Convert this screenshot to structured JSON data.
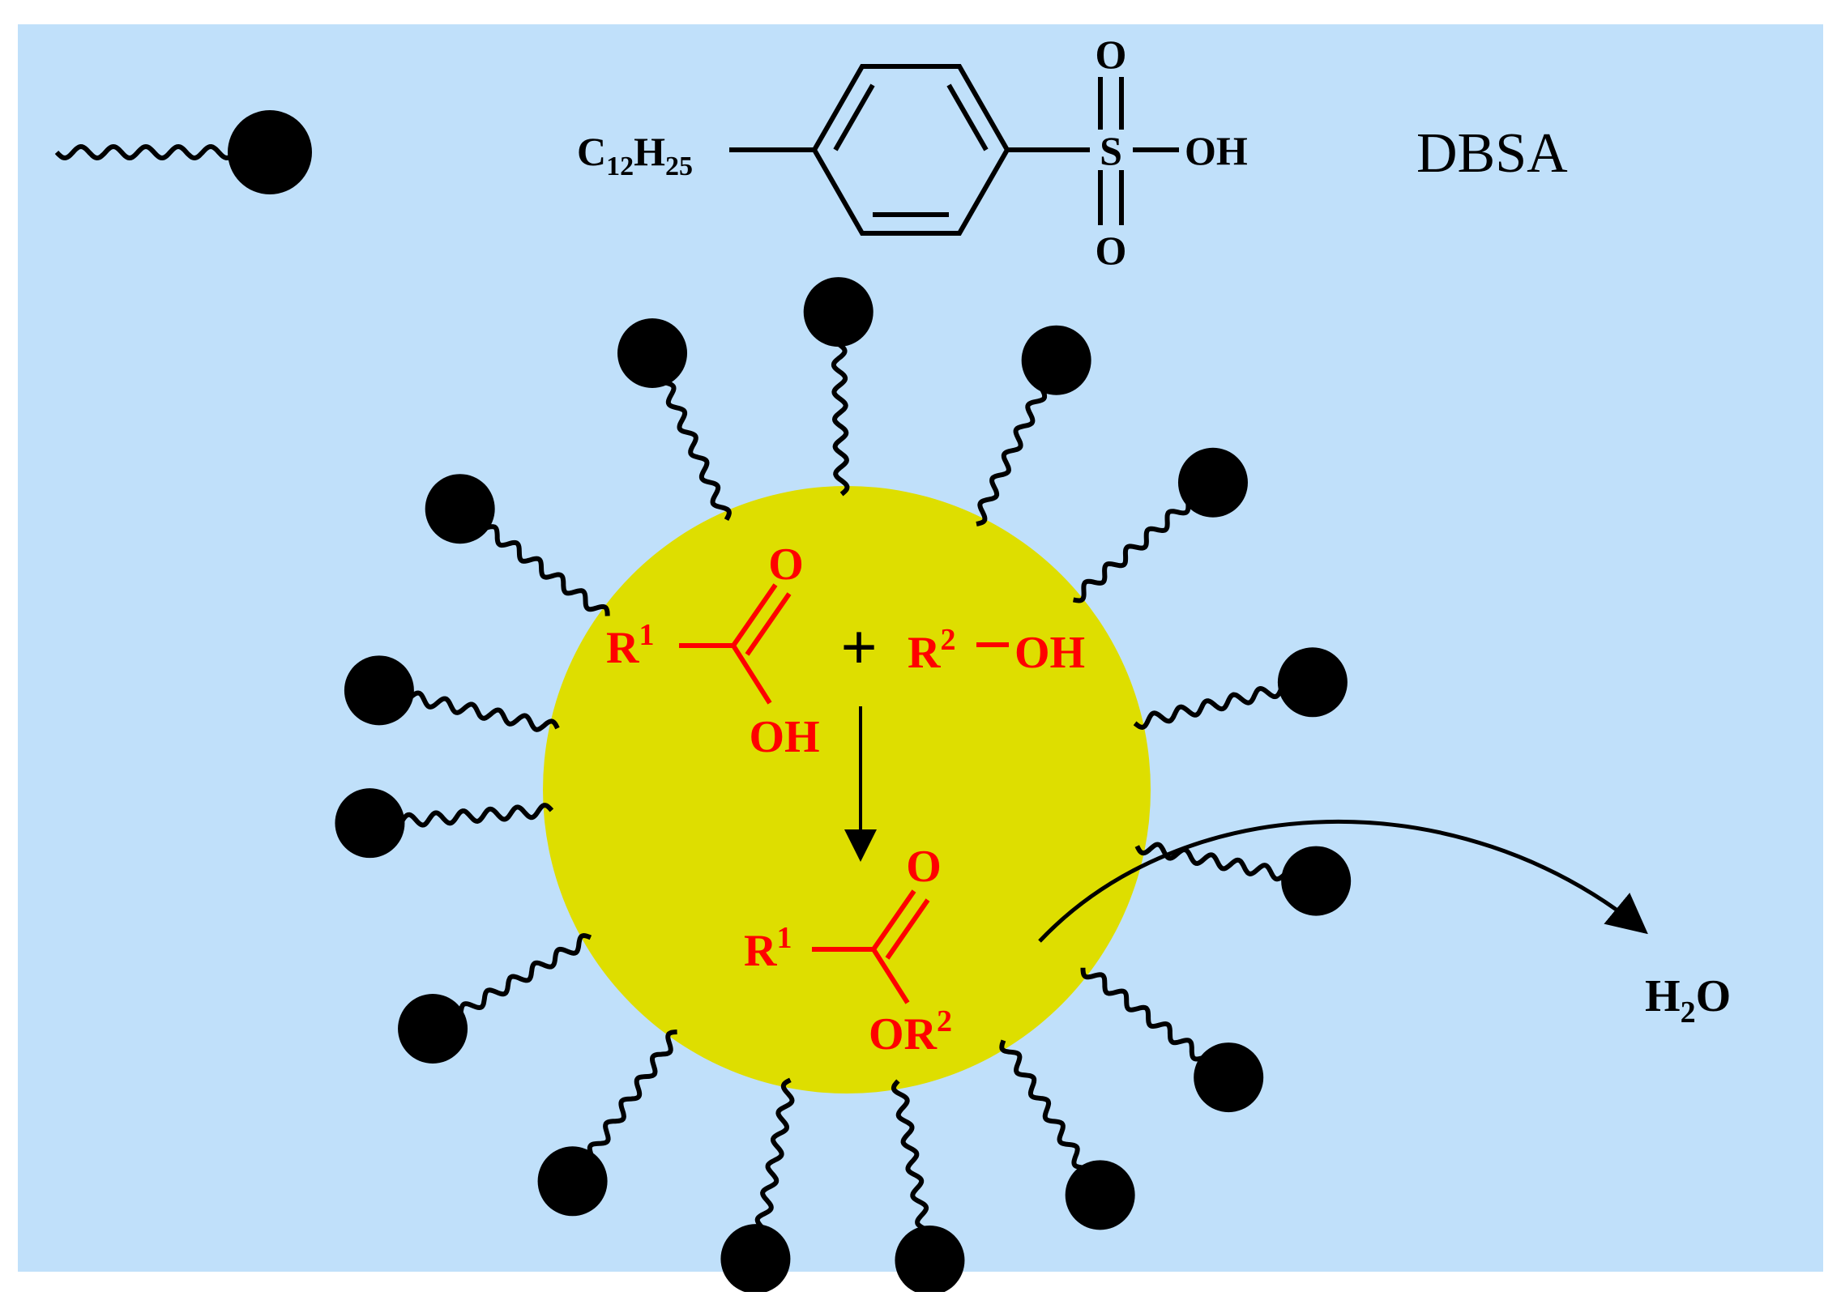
{
  "colors": {
    "background": "#c0e0fa",
    "droplet": "#dede00",
    "surfactant": "#000000",
    "reaction": "#ff0000"
  },
  "legend": {
    "chain_label": "C",
    "chain_sub1": "12",
    "chain_mid": "H",
    "chain_sub2": "25",
    "sulfur": "S",
    "oxygen_top": "O",
    "oxygen_bottom": "O",
    "hydroxyl": "OH",
    "name": "DBSA"
  },
  "reaction": {
    "acid_r": "R",
    "acid_sup": "1",
    "acid_carbonyl_o": "O",
    "acid_oh": "OH",
    "plus": "+",
    "alcohol_r": "R",
    "alcohol_sup": "2",
    "alcohol_oh": "OH",
    "ester_r": "R",
    "ester_sup": "1",
    "ester_carbonyl_o": "O",
    "ester_or": "OR",
    "ester_or_sup": "2"
  },
  "byproduct": {
    "h": "H",
    "sub": "2",
    "o": "O"
  }
}
